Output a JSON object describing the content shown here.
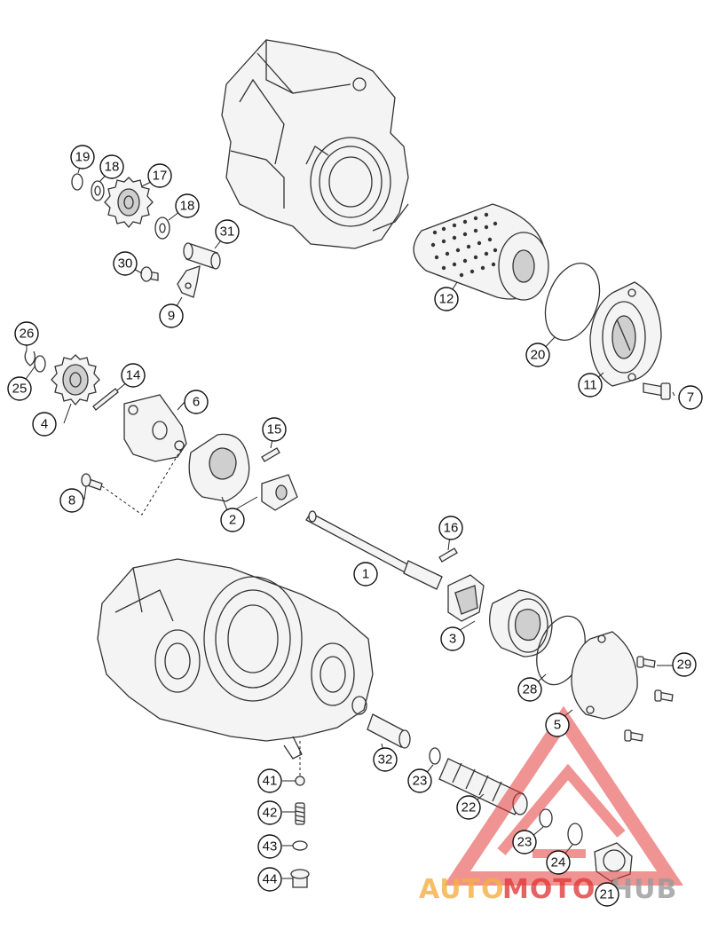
{
  "callouts": {
    "c1": "1",
    "c2": "2",
    "c3": "3",
    "c4": "4",
    "c5": "5",
    "c6": "6",
    "c7": "7",
    "c8": "8",
    "c9": "9",
    "c11": "11",
    "c12": "12",
    "c14": "14",
    "c15": "15",
    "c16": "16",
    "c17": "17",
    "c18a": "18",
    "c18b": "18",
    "c19": "19",
    "c20": "20",
    "c21": "21",
    "c22": "22",
    "c23a": "23",
    "c23b": "23",
    "c24": "24",
    "c25": "25",
    "c26": "26",
    "c28": "28",
    "c29": "29",
    "c30": "30",
    "c31": "31",
    "c32": "32",
    "c41": "41",
    "c42": "42",
    "c43": "43",
    "c44": "44"
  },
  "watermark": {
    "part1": "AUTO",
    "part2": "MOTO",
    "part3": "HUB",
    "color_red": "#e23b3b",
    "color_orange": "#f5b041",
    "color_gray": "#9a9a9a"
  }
}
